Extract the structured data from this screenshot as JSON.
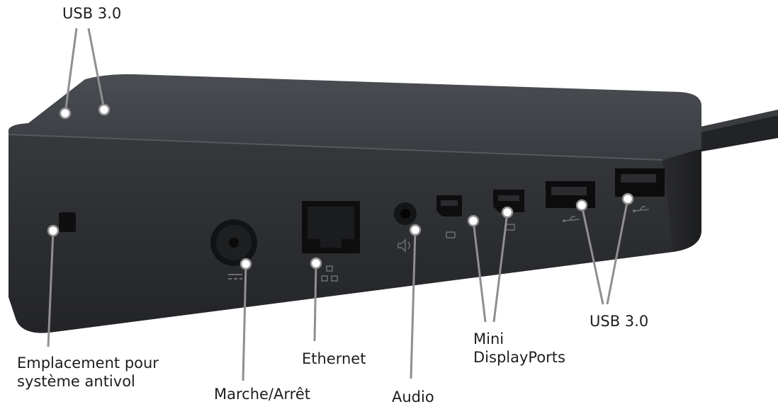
{
  "labels": {
    "usb_top": "USB 3.0",
    "usb_front": "USB 3.0",
    "lock_line1": "Emplacement pour",
    "lock_line2": "système antivol",
    "power": "Marche/Arrêt",
    "ethernet": "Ethernet",
    "audio": "Audio",
    "minidp_line1": "Mini",
    "minidp_line2": "DisplayPorts"
  },
  "colors": {
    "background": "#ffffff",
    "dock_top": "#3f4247",
    "dock_front": "#2e3034",
    "callout_line": "#8f8f8f",
    "callout_marker": "#ffffff",
    "text": "#1e1e1e"
  },
  "icons": [
    "lock-slot-icon",
    "power-jack-icon",
    "dc-power-symbol-icon",
    "ethernet-port-icon",
    "network-symbol-icon",
    "audio-jack-icon",
    "speaker-symbol-icon",
    "mini-displayport-icon",
    "monitor-symbol-icon",
    "usb-port-icon",
    "usb-symbol-icon",
    "power-cable-icon"
  ]
}
